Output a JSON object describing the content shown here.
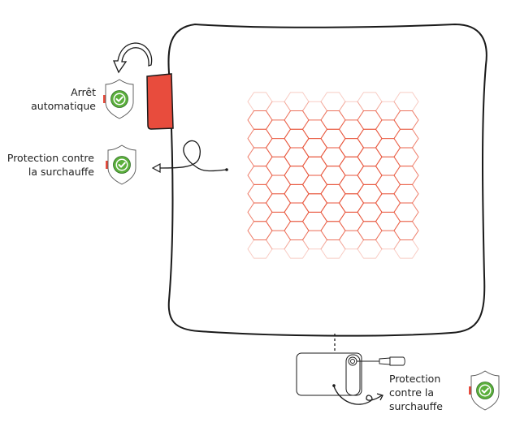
{
  "labels": {
    "auto_off": [
      "Arrêt",
      "automatique"
    ],
    "overheat_left": [
      "Protection contre",
      "la surchauffe"
    ],
    "overheat_bottom": [
      "Protection",
      "contre la",
      "surchauffe"
    ]
  },
  "colors": {
    "accent_red": "#E84C3D",
    "check_green": "#5BAF3C",
    "hex_line": "#E8563C",
    "outline": "#1a1a1a"
  },
  "icons": [
    "shield-check-icon",
    "curved-arrow-icon",
    "heating-grid-icon",
    "controller-icon",
    "plug-icon"
  ]
}
